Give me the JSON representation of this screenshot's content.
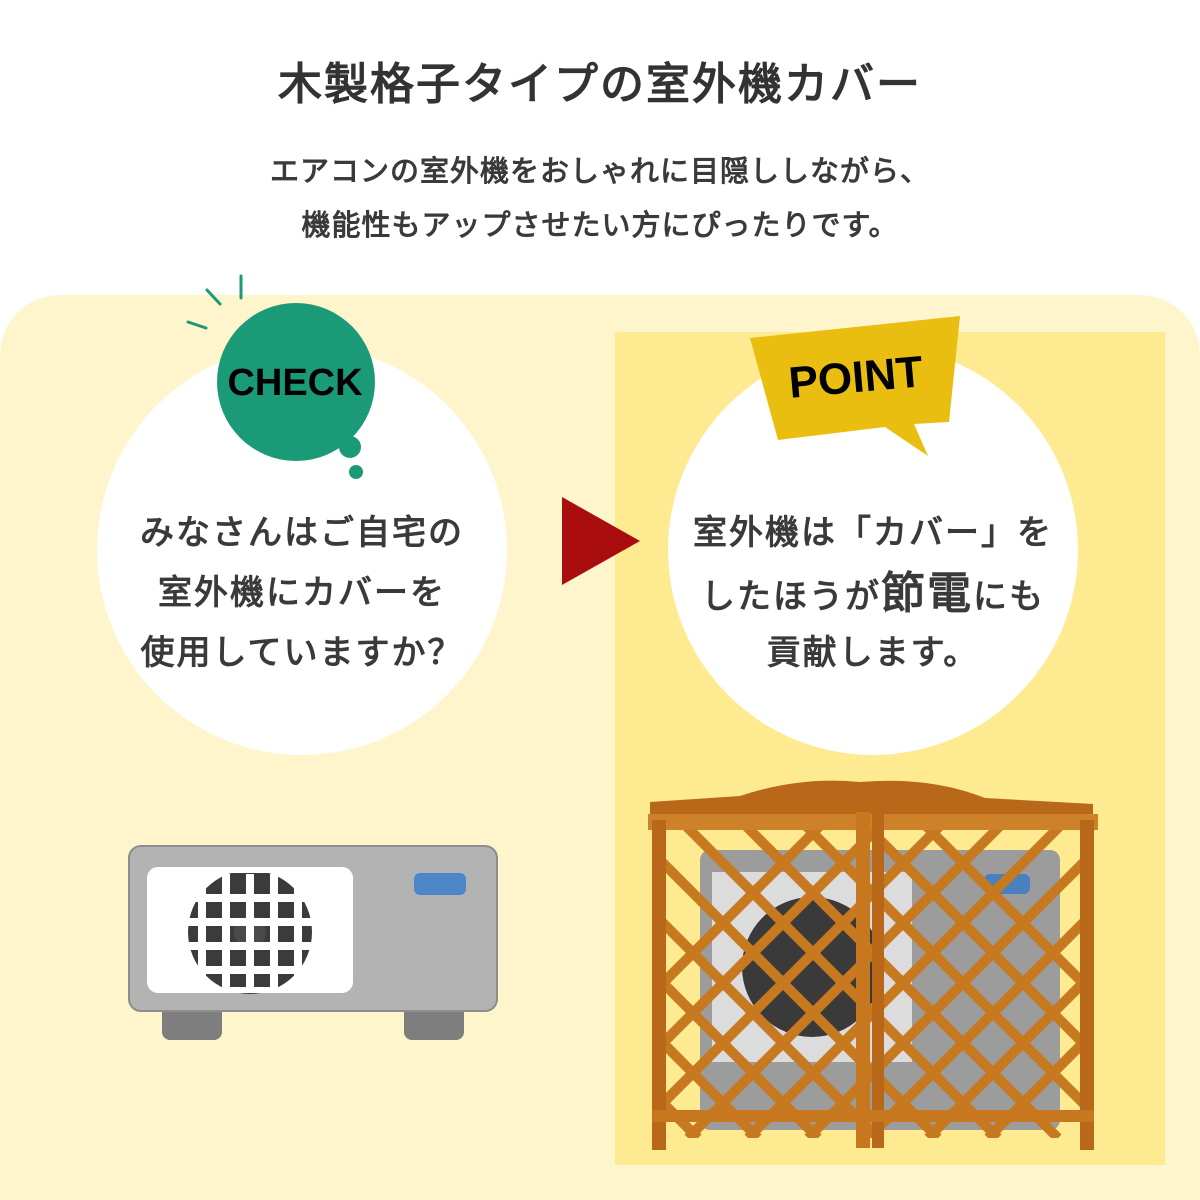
{
  "header": {
    "title": "木製格子タイプの室外機カバー",
    "subtitle_line1": "エアコンの室外機をおしゃれに目隠ししながら、",
    "subtitle_line2": "機能性もアップさせたい方にぴったりです。"
  },
  "check": {
    "badge_label": "CHECK",
    "line1": "みなさんはご自宅の",
    "line2": "室外機にカバーを",
    "line3": "使用していますか？"
  },
  "point": {
    "badge_label": "POINT",
    "line1": "室外機は「カバー」を",
    "line2_pre": "したほうが",
    "line2_emph": "節電",
    "line2_post": "にも",
    "line3": "貢献します。"
  },
  "colors": {
    "check_badge": "#1b9a78",
    "point_badge": "#e9be10",
    "arrow": "#a90d0d",
    "panel_bg": "#fef5cc",
    "point_bg": "#feea91",
    "wood": "#c7791f"
  },
  "icons": {
    "arrow": "right-triangle-arrow",
    "unit": "outdoor-ac-unit-illustration",
    "cover": "wooden-lattice-cover-photo"
  }
}
